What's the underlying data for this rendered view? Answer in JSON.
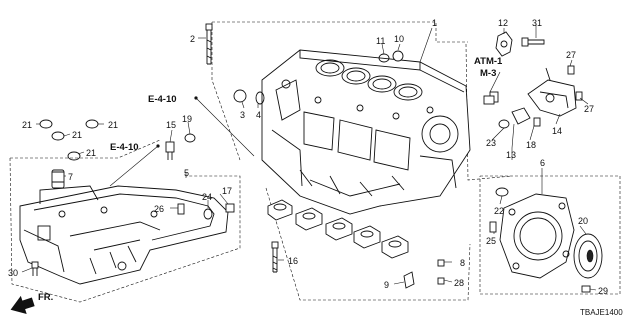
{
  "diagram": {
    "code": "TBAJE1400",
    "front_label": "FR.",
    "ref_labels": [
      "E-4-10",
      "E-4-10",
      "ATM-1",
      "M-3"
    ],
    "callouts": [
      "1",
      "2",
      "3",
      "4",
      "5",
      "6",
      "7",
      "8",
      "9",
      "10",
      "11",
      "12",
      "13",
      "14",
      "15",
      "16",
      "17",
      "18",
      "19",
      "20",
      "21",
      "21",
      "21",
      "21",
      "22",
      "23",
      "24",
      "25",
      "26",
      "27",
      "27",
      "28",
      "29",
      "30",
      "31"
    ]
  }
}
